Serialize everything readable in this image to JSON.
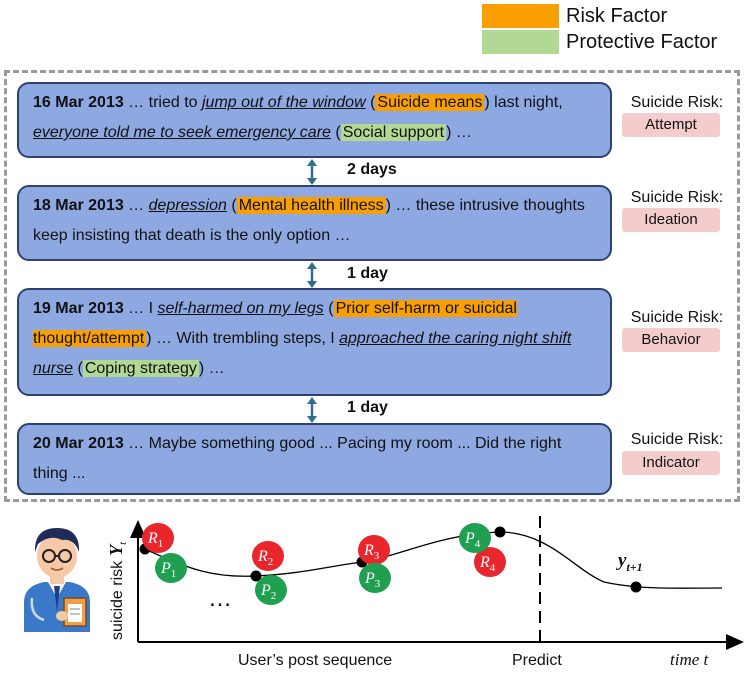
{
  "legend": {
    "risk": {
      "label": "Risk Factor",
      "color": "#f9a000"
    },
    "protective": {
      "label": "Protective Factor",
      "color": "#b2d993"
    }
  },
  "posts": [
    {
      "date": "16 Mar 2013",
      "risk_title": "Suicide Risk:",
      "risk_level": "Attempt",
      "segments": [
        {
          "t": " … tried to "
        },
        {
          "t": "jump out of the window",
          "s": "u"
        },
        {
          "t": " ("
        },
        {
          "t": "Suicide means",
          "s": "risk"
        },
        {
          "t": ") last night, "
        },
        {
          "t": "everyone told me to seek emergency care",
          "s": "u"
        },
        {
          "t": " ("
        },
        {
          "t": "Social support",
          "s": "prot"
        },
        {
          "t": ") …"
        }
      ]
    },
    {
      "date": "18 Mar 2013",
      "risk_title": "Suicide Risk:",
      "risk_level": "Ideation",
      "segments": [
        {
          "t": " … "
        },
        {
          "t": "depression",
          "s": "u"
        },
        {
          "t": " ("
        },
        {
          "t": "Mental health illness",
          "s": "risk"
        },
        {
          "t": ") … these intrusive thoughts keep insisting that death is the only option …"
        }
      ]
    },
    {
      "date": "19 Mar 2013",
      "risk_title": "Suicide Risk:",
      "risk_level": "Behavior",
      "segments": [
        {
          "t": " … I "
        },
        {
          "t": "self-harmed on my legs",
          "s": "u"
        },
        {
          "t": " ("
        },
        {
          "t": "Prior self-harm or suicidal thought/attempt",
          "s": "risk"
        },
        {
          "t": ") … With trembling steps, I "
        },
        {
          "t": "approached the caring night shift nurse",
          "s": "u"
        },
        {
          "t": " ("
        },
        {
          "t": "Coping strategy",
          "s": "prot"
        },
        {
          "t": ") …"
        }
      ]
    },
    {
      "date": "20 Mar 2013",
      "risk_title": "Suicide Risk:",
      "risk_level": "Indicator",
      "segments": [
        {
          "t": " … Maybe something good ... Pacing my room ... Did the right thing ..."
        }
      ]
    }
  ],
  "gaps": [
    "2 days",
    "1 day",
    "1 day"
  ],
  "timeline": {
    "y_axis_label": "suicide risk",
    "y_axis_symbol": "Y",
    "y_axis_sub": "t",
    "x_axis_label": "User’s post sequence",
    "predict_label": "Predict",
    "time_label": "time t",
    "ellipsis": "…",
    "prediction_symbol": "y",
    "prediction_sub": "t+1",
    "risk_nodes": [
      {
        "letter": "R",
        "sub": "1"
      },
      {
        "letter": "R",
        "sub": "2"
      },
      {
        "letter": "R",
        "sub": "3"
      },
      {
        "letter": "R",
        "sub": "4"
      }
    ],
    "protective_nodes": [
      {
        "letter": "P",
        "sub": "1"
      },
      {
        "letter": "P",
        "sub": "2"
      },
      {
        "letter": "P",
        "sub": "3"
      },
      {
        "letter": "P",
        "sub": "4"
      }
    ],
    "risk_color": "#e8262b",
    "protective_color": "#1fa050"
  }
}
